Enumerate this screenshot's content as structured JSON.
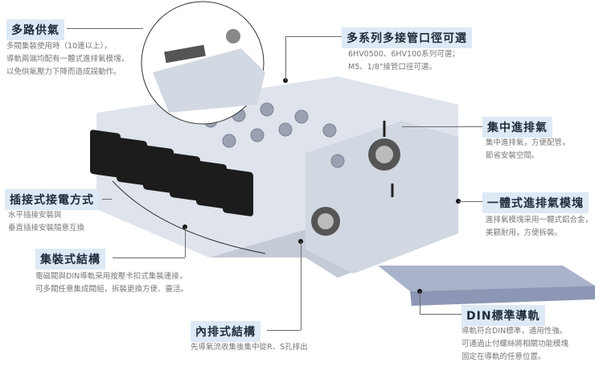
{
  "callouts": {
    "multi_supply": {
      "title": "多路供氣",
      "desc": [
        "多閥集裝使用時（10連以上），",
        "導軌兩端均配有一體式進排氣模塊，",
        "以免供氣壓力下降而造成誤動作。"
      ]
    },
    "port_options": {
      "title": "多系列多接管口徑可選",
      "desc": [
        "6HV0500、6HV100系列可選；",
        "M5、1/8\"接管口徑可選。"
      ]
    },
    "central_exhaust": {
      "title": "集中進排氣",
      "desc": [
        "集中進排氣，方便配管，",
        "節省安裝空間。"
      ]
    },
    "integrated_module": {
      "title": "一體式進排氣模塊",
      "desc": [
        "進排氣模塊采用一體式鋁合金，",
        "美觀耐用，方便拆裝。"
      ]
    },
    "plug_in": {
      "title": "插接式接電方式",
      "desc": [
        "水平插接安裝與",
        "垂直插接安裝隨意互換"
      ]
    },
    "manifold": {
      "title": "集裝式結構",
      "desc": [
        "電磁閥與DIN導軌采用按壓卡扣式集裝連接，",
        "可多閥任意集成閥組，拆裝更換方便、靈活。"
      ]
    },
    "internal_exhaust": {
      "title": "內排式結構",
      "desc": [
        "先導氣流收集後集中從R、S孔排出"
      ]
    },
    "din_rail": {
      "title": "DIN標準導軌",
      "desc": [
        "導軌符合DIN標準，通用性強。",
        "可通過止付螺絲將相關功能模塊",
        "固定在導軌的任意位置。"
      ]
    }
  },
  "colors": {
    "label_bg": "#dde9f5",
    "body": "#d5dbe6",
    "coil": "#1c1c1c",
    "rail": "#9aa6c4"
  }
}
